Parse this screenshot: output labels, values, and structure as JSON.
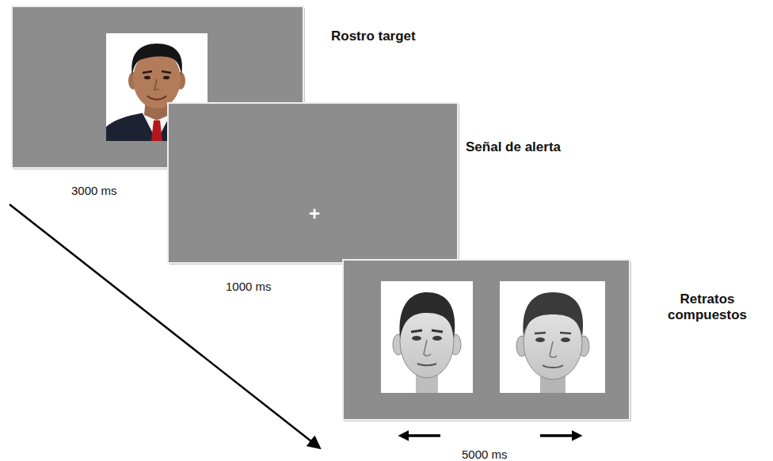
{
  "diagram": {
    "nodes": [
      {
        "text": [
          "Rostro target",
          "3000 ms"
        ]
      },
      {
        "text": [
          "+",
          "Señal de alerta",
          "1000 ms"
        ]
      },
      {
        "text": [
          "Retratos compuestos",
          "5000 ms"
        ]
      }
    ]
  }
}
